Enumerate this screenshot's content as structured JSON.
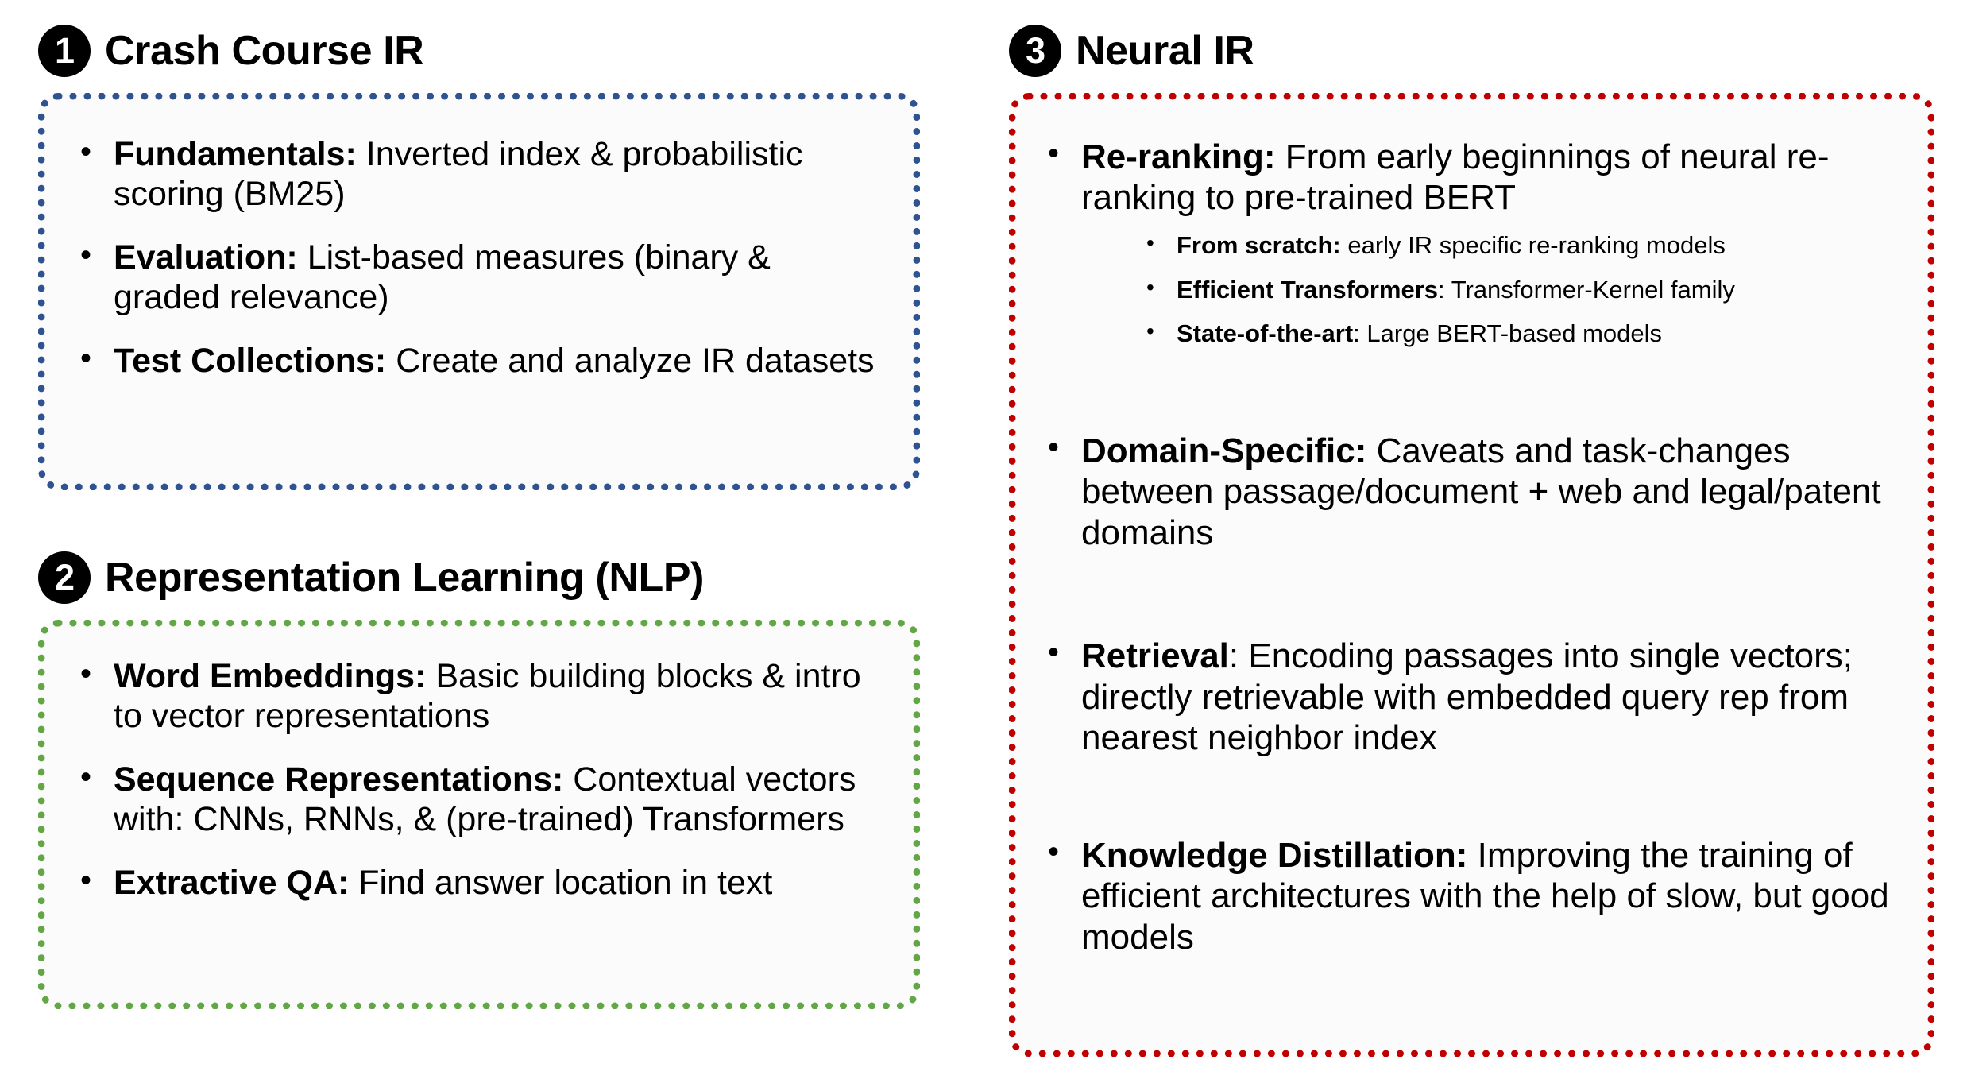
{
  "sections": [
    {
      "number": "1",
      "title": "Crash Course IR",
      "accent": "#2E5390",
      "bullets": [
        {
          "lead": "Fundamentals:",
          "rest": " Inverted index & probabilistic scoring (BM25)"
        },
        {
          "lead": "Evaluation:",
          "rest": " List-based measures (binary & graded relevance)"
        },
        {
          "lead": "Test Collections:",
          "rest": " Create and analyze IR datasets"
        }
      ]
    },
    {
      "number": "2",
      "title": "Representation Learning (NLP)",
      "accent": "#62A646",
      "bullets": [
        {
          "lead": "Word Embeddings:",
          "rest": " Basic building blocks & intro to vector representations"
        },
        {
          "lead": "Sequence Representations:",
          "rest": " Contextual vectors with: CNNs, RNNs, & (pre-trained) Transformers"
        },
        {
          "lead": "Extractive QA:",
          "rest": " Find answer location in text"
        }
      ]
    },
    {
      "number": "3",
      "title": "Neural IR",
      "accent": "#C00000",
      "bullets": [
        {
          "lead": "Re-ranking:",
          "rest": " From early beginnings of neural re-ranking to pre-trained BERT",
          "subbullets": [
            {
              "lead": "From scratch:",
              "rest": " early IR specific re-ranking models"
            },
            {
              "lead": "Efficient Transformers",
              "rest": ": Transformer-Kernel family"
            },
            {
              "lead": "State-of-the-art",
              "rest": ": Large BERT-based models"
            }
          ]
        },
        {
          "lead": "Domain-Specific:",
          "rest": " Caveats and task-changes between passage/document + web and legal/patent domains"
        },
        {
          "lead": "Retrieval",
          "rest": ": Encoding passages into single vectors; directly retrievable with embedded query rep from nearest neighbor index"
        },
        {
          "lead": "Knowledge Distillation:",
          "rest": " Improving the training of efficient architectures with the help of slow, but good models"
        }
      ]
    }
  ]
}
